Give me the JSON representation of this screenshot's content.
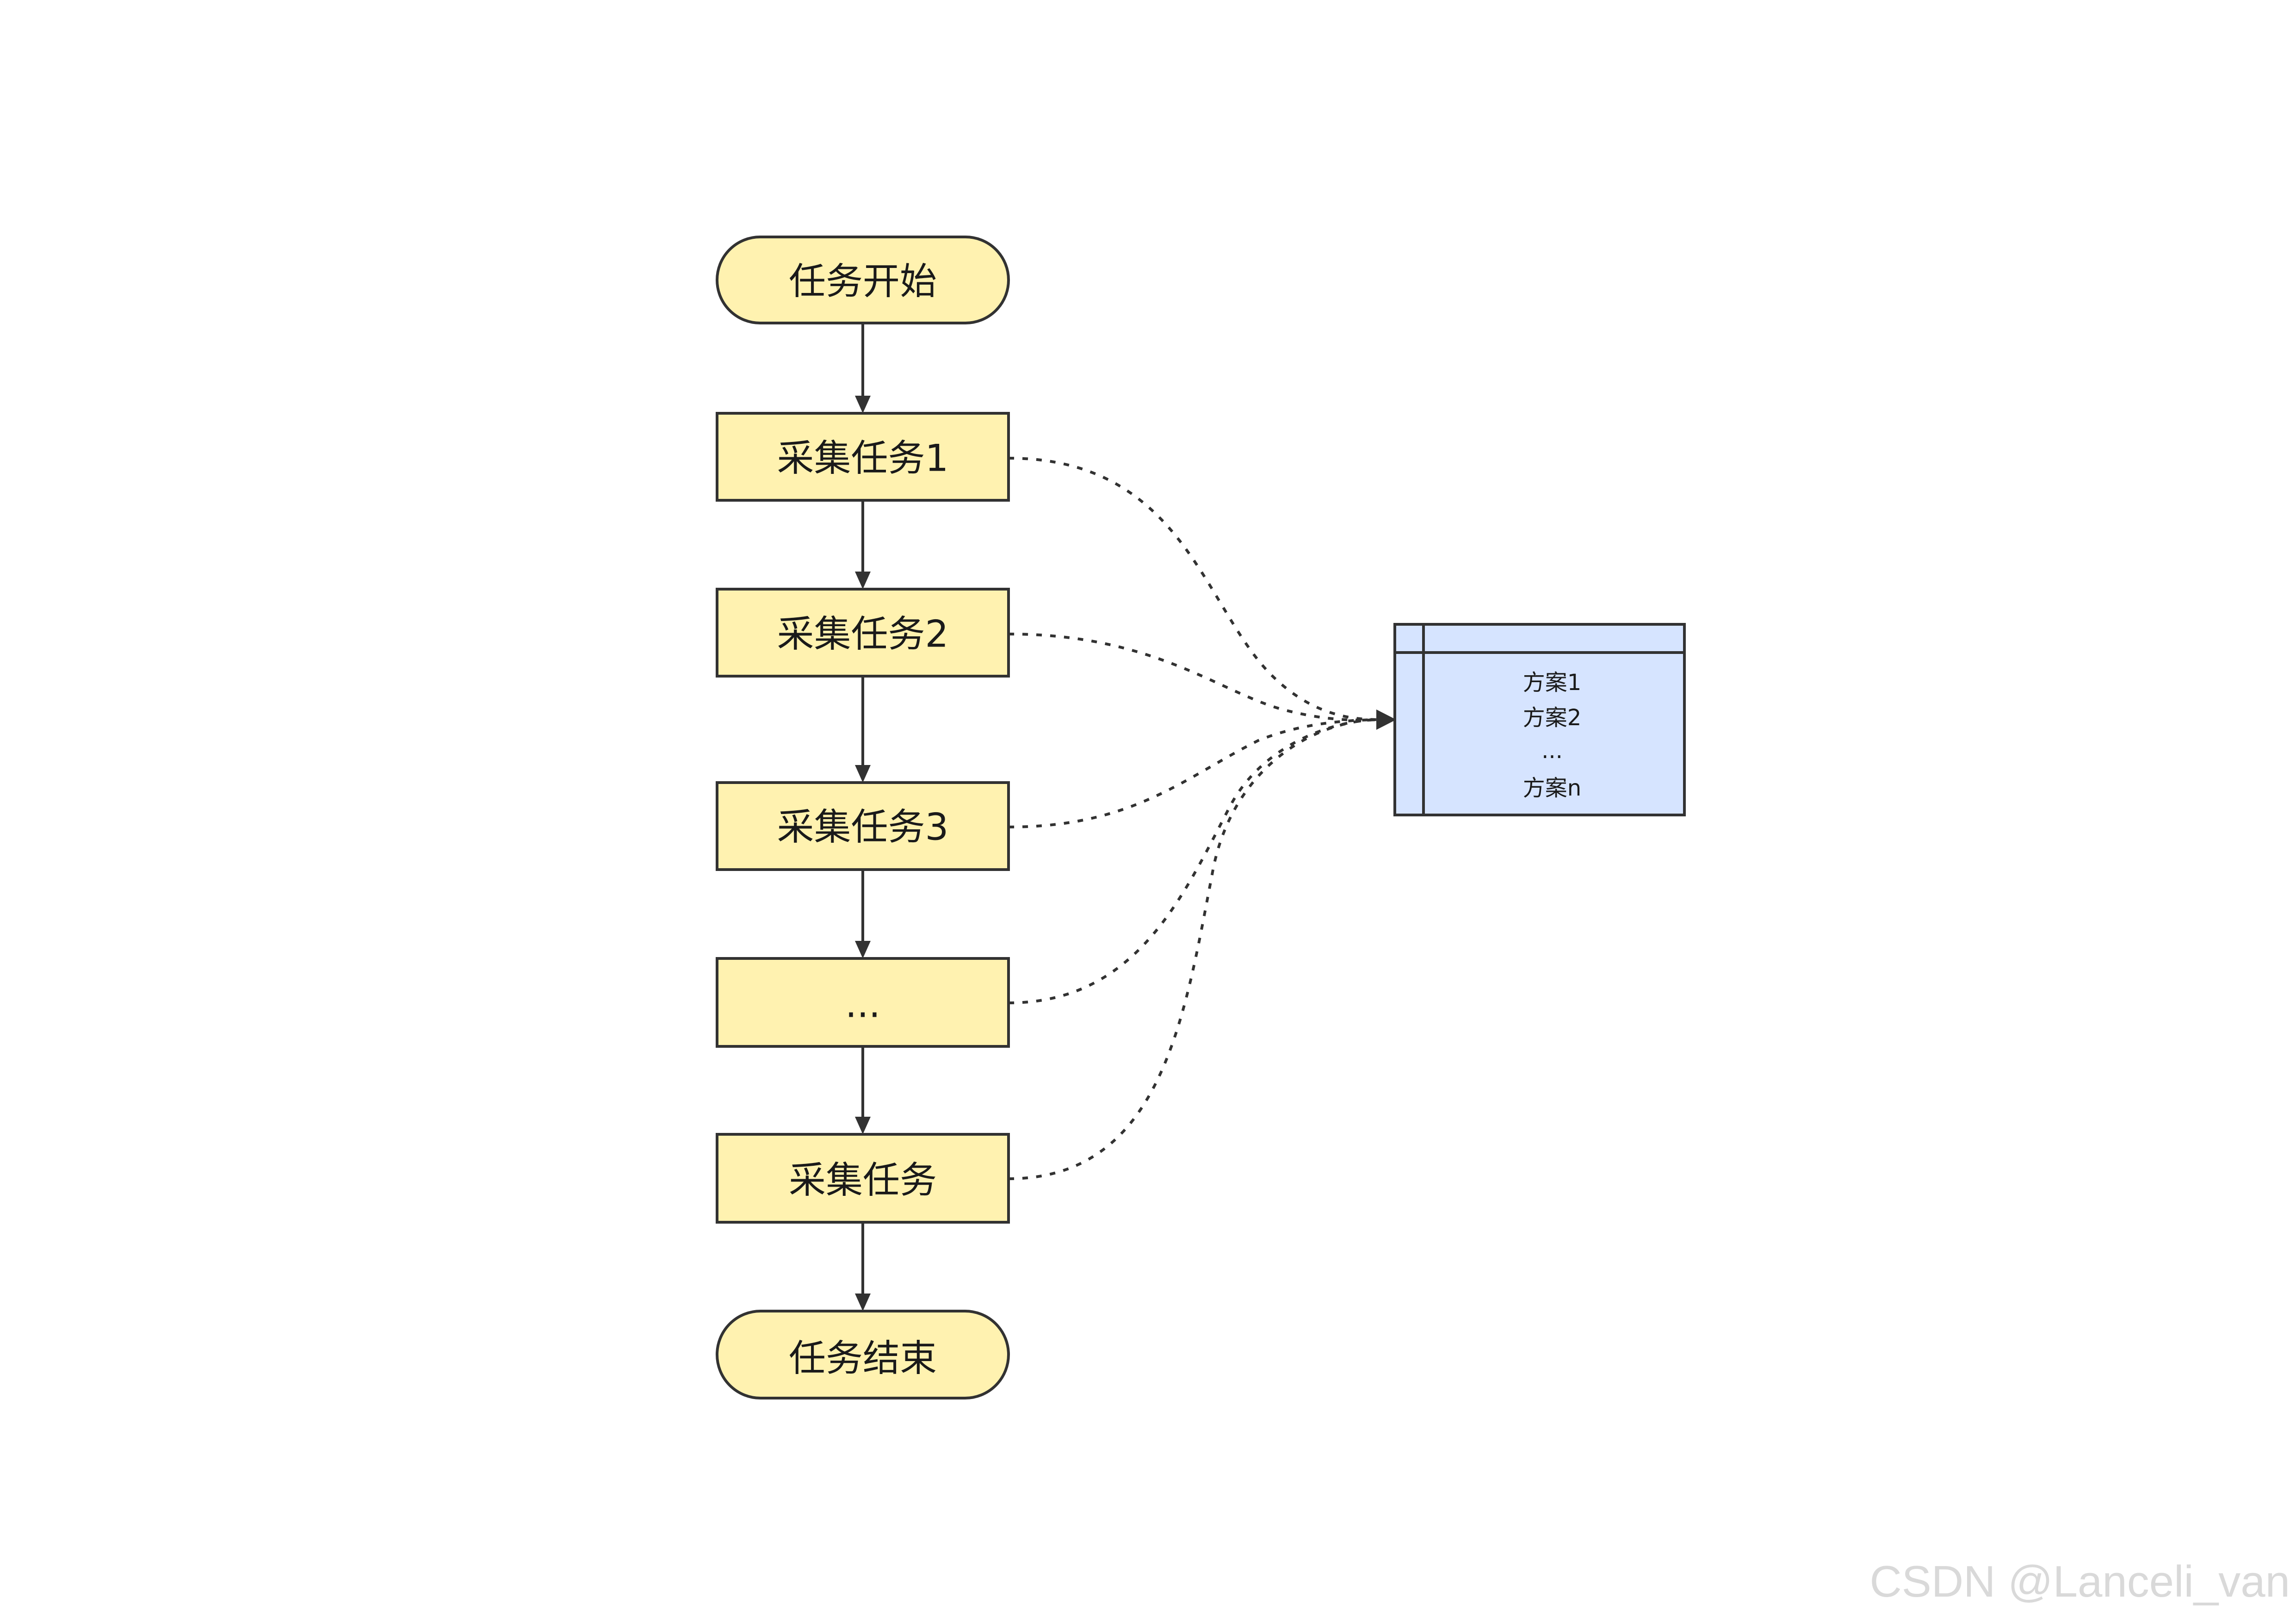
{
  "flow": {
    "start": "任务开始",
    "task1": "采集任务1",
    "task2": "采集任务2",
    "task3": "采集任务3",
    "ellipsis": "...",
    "task_last": "采集任务",
    "end": "任务结束"
  },
  "plan_panel": {
    "items": [
      "方案1",
      "方案2",
      "...",
      "方案n"
    ]
  },
  "colors": {
    "node_fill": "#fff2b0",
    "panel_fill": "#d6e4ff",
    "stroke": "#323232"
  },
  "watermark": "CSDN @Lanceli_van"
}
